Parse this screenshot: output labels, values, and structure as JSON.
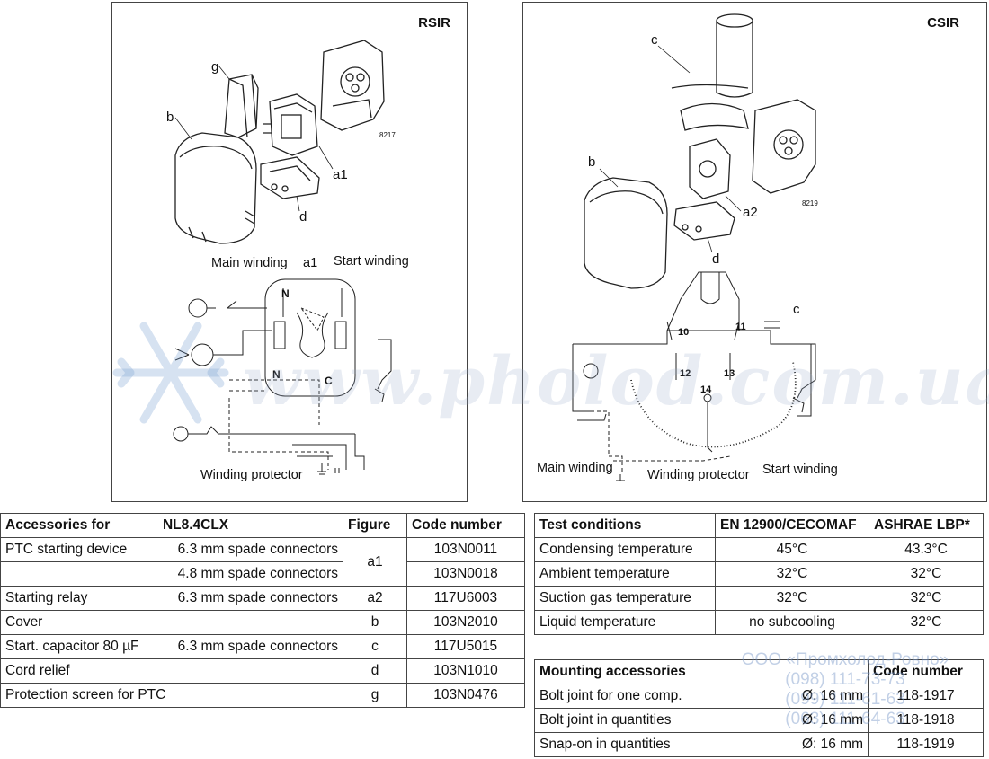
{
  "rsir": {
    "title": "RSIR",
    "labels": {
      "g": "g",
      "b": "b",
      "a1": "a1",
      "d": "d",
      "code": "8217",
      "main_winding": "Main winding",
      "a1_top": "a1",
      "start_winding": "Start winding",
      "N_top": "N",
      "N_bot": "N",
      "C": "C",
      "winding_protector": "Winding protector"
    }
  },
  "csir": {
    "title": "CSIR",
    "labels": {
      "c_top": "c",
      "b": "b",
      "a2": "a2",
      "d": "d",
      "code": "8219",
      "c_right": "c",
      "t10": "10",
      "t11": "11",
      "t12": "12",
      "t13": "13",
      "t14": "14",
      "main_winding": "Main winding",
      "winding_protector": "Winding protector",
      "start_winding": "Start winding"
    }
  },
  "accessories": {
    "headers": {
      "accessories_for": "Accessories for",
      "model": "NL8.4CLX",
      "figure": "Figure",
      "code": "Code number"
    },
    "rows": [
      {
        "name": "PTC starting device",
        "detail": "6.3 mm spade connectors",
        "figure": "a1",
        "code": "103N0011"
      },
      {
        "name": "",
        "detail": "4.8 mm spade connectors",
        "figure": "",
        "code": "103N0018"
      },
      {
        "name": "Starting relay",
        "detail": "6.3 mm spade connectors",
        "figure": "a2",
        "code": "117U6003"
      },
      {
        "name": "Cover",
        "detail": "",
        "figure": "b",
        "code": "103N2010"
      },
      {
        "name": "Start. capacitor 80 µF",
        "detail": "6.3 mm spade connectors",
        "figure": "c",
        "code": "117U5015"
      },
      {
        "name": "Cord relief",
        "detail": "",
        "figure": "d",
        "code": "103N1010"
      },
      {
        "name": "Protection screen for PTC",
        "detail": "",
        "figure": "g",
        "code": "103N0476"
      }
    ]
  },
  "test_conditions": {
    "headers": {
      "title": "Test conditions",
      "en": "EN 12900/CECOMAF",
      "ashrae": "ASHRAE LBP*"
    },
    "rows": [
      {
        "name": "Condensing temperature",
        "en": "45°C",
        "ashrae": "43.3°C"
      },
      {
        "name": "Ambient temperature",
        "en": "32°C",
        "ashrae": "32°C"
      },
      {
        "name": "Suction gas temperature",
        "en": "32°C",
        "ashrae": "32°C"
      },
      {
        "name": "Liquid temperature",
        "en": "no subcooling",
        "ashrae": "32°C"
      }
    ]
  },
  "mounting": {
    "headers": {
      "title": "Mounting accessories",
      "code": "Code number"
    },
    "rows": [
      {
        "name": "Bolt joint for one comp.",
        "size": "Ø: 16 mm",
        "code": "118-1917"
      },
      {
        "name": "Bolt joint in quantities",
        "size": "Ø: 16 mm",
        "code": "118-1918"
      },
      {
        "name": "Snap-on in quantities",
        "size": "Ø: 16 mm",
        "code": "118-1919"
      }
    ]
  },
  "watermark": {
    "site": "www.pholod.com.ua",
    "stamp_lines": [
      "ООО «Промхолод-Ровно»",
      "(098) 111-73-73",
      "(099) 111-61-63",
      "(063) 111-64-63"
    ]
  }
}
